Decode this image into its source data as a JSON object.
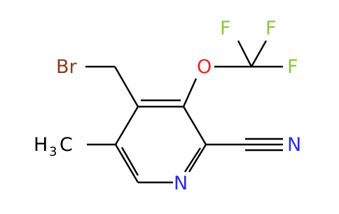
{
  "molecule": {
    "atom_labels": {
      "bromine": "Br",
      "oxygen": "O",
      "fluorine_1": "F",
      "fluorine_2": "F",
      "fluorine_3": "F",
      "methyl_h": "H",
      "methyl_subscript": "3",
      "methyl_c": "C",
      "ring_nitrogen": "N",
      "nitrile_nitrogen": "N"
    },
    "colors": {
      "bond": "#000000",
      "bromine": "#8B3A1A",
      "oxygen": "#E8242A",
      "fluorine": "#8DC63F",
      "nitrogen": "#2B2BE8",
      "carbon": "#000000"
    }
  }
}
